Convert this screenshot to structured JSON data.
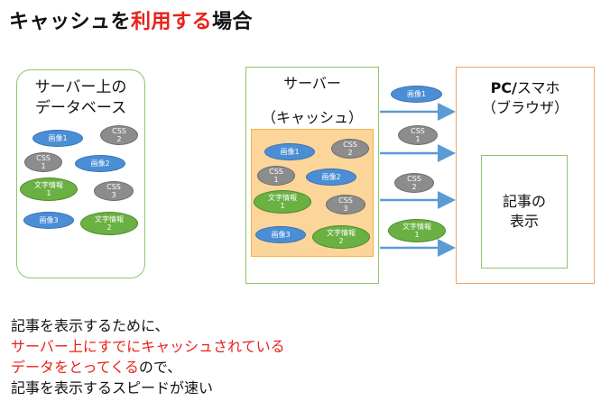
{
  "title": {
    "part1": "キャッシュを",
    "highlight": "利用する",
    "part2": "場合"
  },
  "database": {
    "label_line1": "サーバー上の",
    "label_line2": "データベース",
    "items": [
      {
        "line1": "画像1",
        "line2": "",
        "color": "blue"
      },
      {
        "line1": "CSS",
        "line2": "2",
        "color": "gray"
      },
      {
        "line1": "CSS",
        "line2": "1",
        "color": "gray"
      },
      {
        "line1": "画像2",
        "line2": "",
        "color": "blue"
      },
      {
        "line1": "文字情報",
        "line2": "1",
        "color": "green"
      },
      {
        "line1": "CSS",
        "line2": "3",
        "color": "gray"
      },
      {
        "line1": "画像3",
        "line2": "",
        "color": "blue"
      },
      {
        "line1": "文字情報",
        "line2": "2",
        "color": "green"
      }
    ]
  },
  "server": {
    "label": "サーバー",
    "cache_label": "（キャッシュ）",
    "items": [
      {
        "line1": "画像1",
        "line2": "",
        "color": "blue"
      },
      {
        "line1": "CSS",
        "line2": "2",
        "color": "gray"
      },
      {
        "line1": "CSS",
        "line2": "1",
        "color": "gray"
      },
      {
        "line1": "画像2",
        "line2": "",
        "color": "blue"
      },
      {
        "line1": "文字情報",
        "line2": "1",
        "color": "green"
      },
      {
        "line1": "CSS",
        "line2": "3",
        "color": "gray"
      },
      {
        "line1": "画像3",
        "line2": "",
        "color": "blue"
      },
      {
        "line1": "文字情報",
        "line2": "2",
        "color": "green"
      }
    ]
  },
  "transfer": {
    "items": [
      {
        "line1": "画像1",
        "line2": "",
        "color": "blue"
      },
      {
        "line1": "CSS",
        "line2": "1",
        "color": "gray"
      },
      {
        "line1": "CSS",
        "line2": "2",
        "color": "gray"
      },
      {
        "line1": "文字情報",
        "line2": "1",
        "color": "green"
      }
    ]
  },
  "client": {
    "label_bold": "PC/",
    "label_rest": "スマホ",
    "sublabel": "（ブラウザ）",
    "article_line1": "記事の",
    "article_line2": "表示"
  },
  "caption": {
    "line1": "記事を表示するために、",
    "line2": "サーバー上にすでにキャッシュされている",
    "line3_red": "データをとってくる",
    "line3_rest": "ので、",
    "line4": "記事を表示するスピードが速い"
  },
  "colors": {
    "accent_red": "#e8221b",
    "blue": "#4a8ed6",
    "gray": "#8c8c8c",
    "green": "#6ab043",
    "cache_fill": "#fbd59a",
    "arrow": "#5b9bd5",
    "green_border": "#8fc569",
    "orange_border": "#f0a36b"
  }
}
